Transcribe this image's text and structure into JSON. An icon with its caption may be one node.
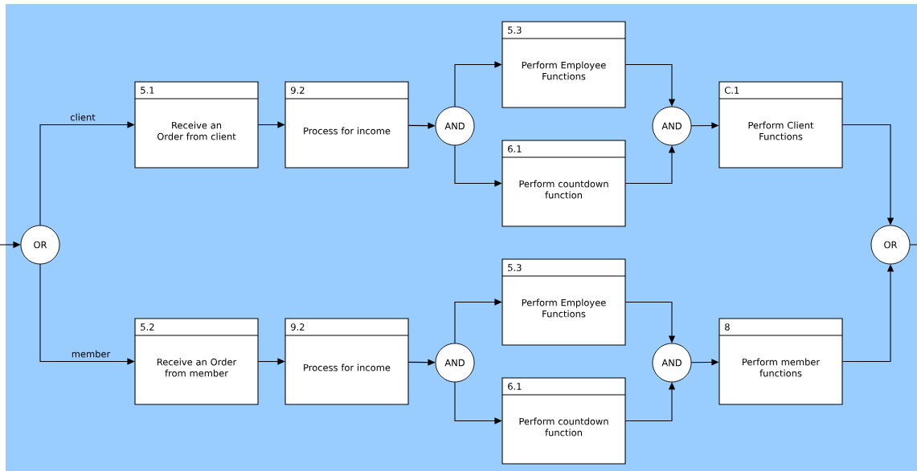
{
  "diagram": {
    "nodes": [
      {
        "text": [
          "OR"
        ]
      },
      {
        "text": [
          "5.1",
          "Receive an Order from client"
        ]
      },
      {
        "text": [
          "9.2",
          "Process for income"
        ]
      },
      {
        "text": [
          "AND"
        ]
      },
      {
        "text": [
          "5.3",
          "Perform Employee Functions"
        ]
      },
      {
        "text": [
          "6.1",
          "Perform countdown function"
        ]
      },
      {
        "text": [
          "AND"
        ]
      },
      {
        "text": [
          "C.1",
          "Perform Client Functions"
        ]
      },
      {
        "text": [
          "OR"
        ]
      },
      {
        "text": [
          "5.2",
          "Receive an Order from member"
        ]
      },
      {
        "text": [
          "9.2",
          "Process for income"
        ]
      },
      {
        "text": [
          "AND"
        ]
      },
      {
        "text": [
          "5.3",
          "Perform Employee Functions"
        ]
      },
      {
        "text": [
          "6.1",
          "Perform countdown function"
        ]
      },
      {
        "text": [
          "AND"
        ]
      },
      {
        "text": [
          "8",
          "Perform member functions"
        ]
      }
    ],
    "edges": [
      {
        "from": null,
        "to": 0,
        "arrow": "to"
      },
      {
        "from": 0,
        "to": 1,
        "arrow": "to",
        "label": "client"
      },
      {
        "from": 0,
        "to": 9,
        "arrow": "to",
        "label": "member"
      },
      {
        "from": 1,
        "to": 2,
        "arrow": "to"
      },
      {
        "from": 2,
        "to": 3,
        "arrow": "to"
      },
      {
        "from": 3,
        "to": 4,
        "arrow": "to"
      },
      {
        "from": 3,
        "to": 5,
        "arrow": "to"
      },
      {
        "from": 4,
        "to": 6,
        "arrow": "to"
      },
      {
        "from": 5,
        "to": 6,
        "arrow": "to"
      },
      {
        "from": 6,
        "to": 7,
        "arrow": "to"
      },
      {
        "from": 7,
        "to": 8,
        "arrow": "to"
      },
      {
        "from": 9,
        "to": 10,
        "arrow": "to"
      },
      {
        "from": 10,
        "to": 11,
        "arrow": "to"
      },
      {
        "from": 11,
        "to": 12,
        "arrow": "to"
      },
      {
        "from": 11,
        "to": 13,
        "arrow": "to"
      },
      {
        "from": 12,
        "to": 14,
        "arrow": "to"
      },
      {
        "from": 13,
        "to": 14,
        "arrow": "to"
      },
      {
        "from": 14,
        "to": 15,
        "arrow": "to"
      },
      {
        "from": 15,
        "to": 8,
        "arrow": "to"
      },
      {
        "from": 8,
        "to": null,
        "arrow": "none"
      }
    ]
  }
}
